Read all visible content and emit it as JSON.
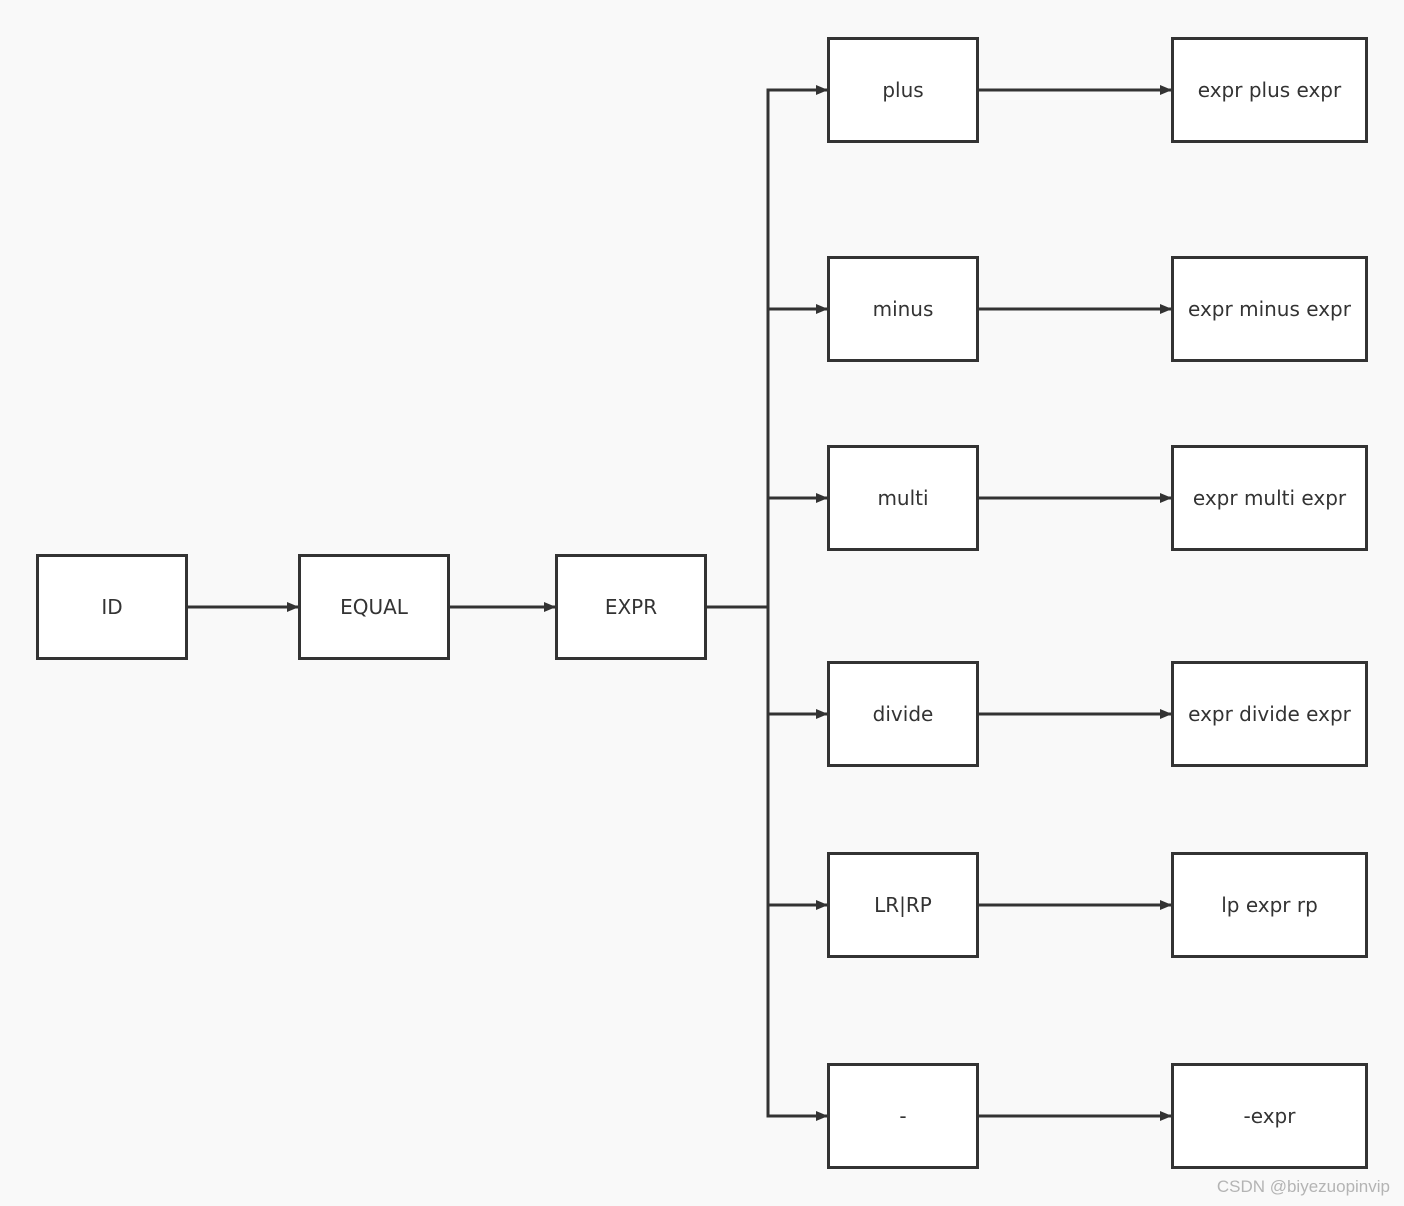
{
  "colors": {
    "background": "#f9f9f9",
    "stroke": "#333333",
    "node_fill": "#ffffff",
    "watermark": "#b4b4b4"
  },
  "nodes": {
    "id": "ID",
    "equal": "EQUAL",
    "expr": "EXPR",
    "plus": "plus",
    "minus": "minus",
    "multi": "multi",
    "divide": "divide",
    "paren": "LR|RP",
    "neg": "-",
    "plus_rule": "expr plus expr",
    "minus_rule": "expr minus expr",
    "multi_rule": "expr multi expr",
    "divide_rule": "expr divide expr",
    "paren_rule": "lp expr rp",
    "neg_rule": "-expr"
  },
  "edges": [
    [
      "id",
      "equal"
    ],
    [
      "equal",
      "expr"
    ],
    [
      "expr",
      "plus"
    ],
    [
      "expr",
      "minus"
    ],
    [
      "expr",
      "multi"
    ],
    [
      "expr",
      "divide"
    ],
    [
      "expr",
      "paren"
    ],
    [
      "expr",
      "neg"
    ],
    [
      "plus",
      "plus_rule"
    ],
    [
      "minus",
      "minus_rule"
    ],
    [
      "multi",
      "multi_rule"
    ],
    [
      "divide",
      "divide_rule"
    ],
    [
      "paren",
      "paren_rule"
    ],
    [
      "neg",
      "neg_rule"
    ]
  ],
  "watermark": "CSDN @biyezuopinvip"
}
